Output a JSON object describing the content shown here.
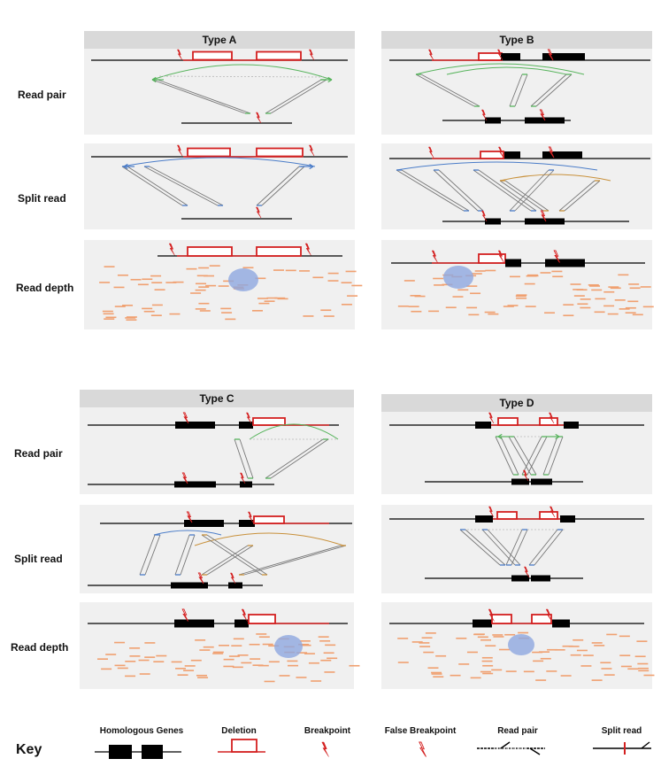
{
  "types": [
    {
      "id": "A",
      "title": "Type A"
    },
    {
      "id": "B",
      "title": "Type B"
    },
    {
      "id": "C",
      "title": "Type C"
    },
    {
      "id": "D",
      "title": "Type D"
    }
  ],
  "row_labels": {
    "read_pair": "Read pair",
    "split_read": "Split read",
    "read_depth": "Read depth"
  },
  "key": {
    "title": "Key",
    "homologous_genes": "Homologous Genes",
    "deletion": "Deletion",
    "breakpoint": "Breakpoint",
    "false_breakpoint": "False Breakpoint",
    "read_pair": "Read pair",
    "split_read": "Split read"
  },
  "colors": {
    "panel_bg": "#f0f0f0",
    "header_bg": "#d9d9d9",
    "deletion": "#d42020",
    "gene": "#000000",
    "read_pair_arc": "#57b45c",
    "split_read_blue": "#4a7cc8",
    "split_read_orange": "#c8903a",
    "depth_read": "#f0a070",
    "depth_circle": "#8fa8e0"
  }
}
